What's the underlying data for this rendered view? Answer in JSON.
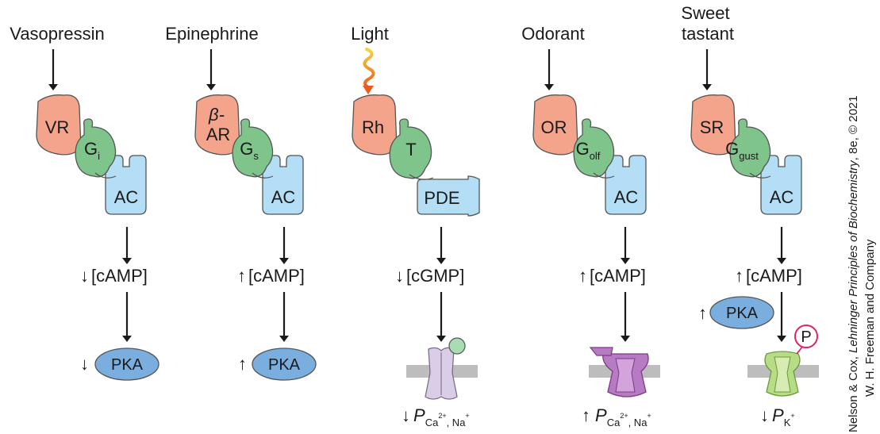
{
  "credit": {
    "line1_plain": "Nelson & Cox, ",
    "line1_italic": "Lehninger Principles of Biochemistry",
    "line1_end": ", 8e, © 2021",
    "line2": "W. H. Freeman and Company"
  },
  "colors": {
    "receptor": "#f4a48a",
    "gprotein": "#7fc48b",
    "effector": "#b3def5",
    "pka": "#79aedf",
    "membrane": "#bdbdbd",
    "pde_channel": "#d9cde8",
    "olf_channel": "#b77bc4",
    "k_channel": "#b6dd86",
    "phospho": "#e0245e"
  },
  "pathways": [
    {
      "stimulus": "Vasopressin",
      "receptor": "VR",
      "gprotein": "G",
      "gprotein_sub": "i",
      "effector": "AC",
      "messenger_arrow": "↓",
      "messenger": "[cAMP]",
      "pka_arrow": "↓",
      "pka": "PKA"
    },
    {
      "stimulus": "Epinephrine",
      "receptor_line1": "β-",
      "receptor_line2": "AR",
      "gprotein": "G",
      "gprotein_sub": "s",
      "effector": "AC",
      "messenger_arrow": "↑",
      "messenger": "[cAMP]",
      "pka_arrow": "↑",
      "pka": "PKA"
    },
    {
      "stimulus": "Light",
      "receptor": "Rh",
      "gprotein": "T",
      "effector": "PDE",
      "messenger_arrow": "↓",
      "messenger": "[cGMP]",
      "output_arrow": "↓",
      "output_p": "P",
      "output_sub1": "Ca",
      "output_sup": "2+",
      "output_sub2": ", Na",
      "output_sup2": "+"
    },
    {
      "stimulus": "Odorant",
      "receptor": "OR",
      "gprotein": "G",
      "gprotein_sub": "olf",
      "effector": "AC",
      "messenger_arrow": "↑",
      "messenger": "[cAMP]",
      "output_arrow": "↑",
      "output_p": "P",
      "output_sub1": "Ca",
      "output_sup": "2+",
      "output_sub2": ", Na",
      "output_sup2": "+"
    },
    {
      "stimulus_line1": "Sweet",
      "stimulus_line2": "tastant",
      "receptor": "SR",
      "gprotein": "G",
      "gprotein_sub": "gust",
      "effector": "AC",
      "messenger_arrow": "↑",
      "messenger": "[cAMP]",
      "pka_arrow": "↑",
      "pka": "PKA",
      "phospho": "P",
      "output_arrow": "↓",
      "output_p": "P",
      "output_sub1": "K",
      "output_sup": "+"
    }
  ]
}
